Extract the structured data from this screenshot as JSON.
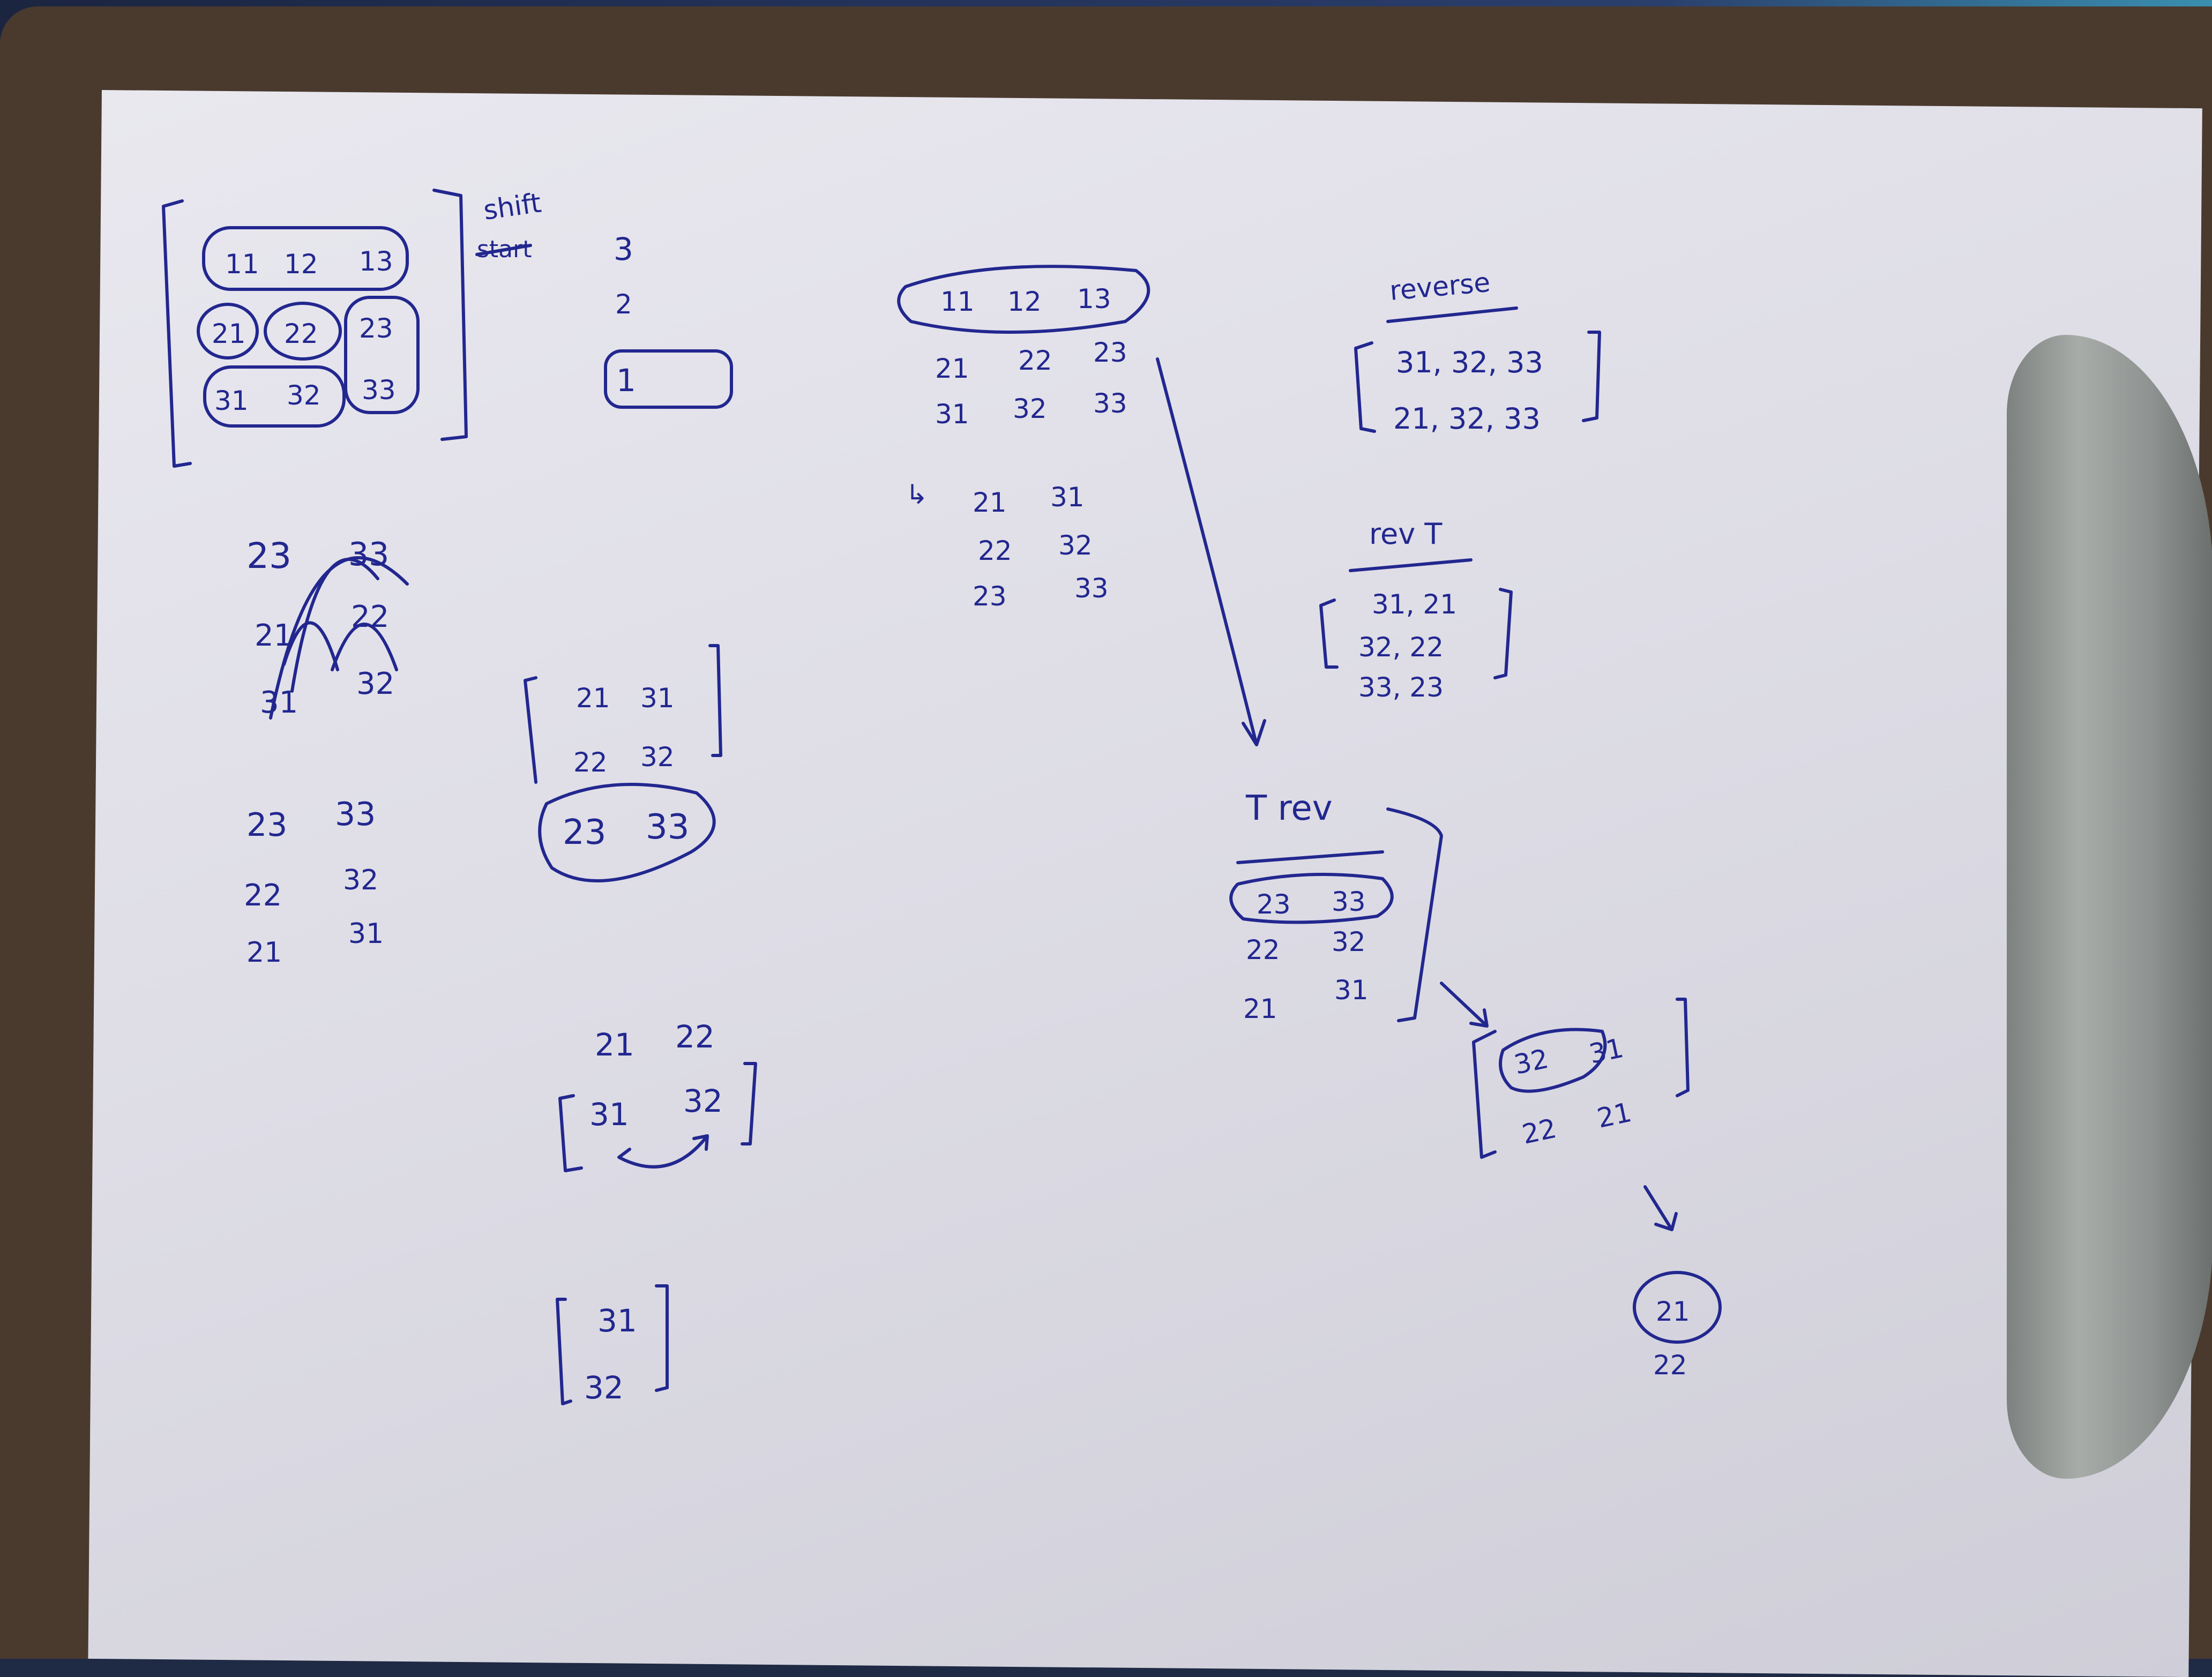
{
  "ink_color": "#22278f",
  "notes": {
    "shift_label": "shift",
    "crossed_word": "start",
    "num_3": "3",
    "num_2": "2",
    "box_1": "1",
    "grid_r1": [
      "11",
      "12",
      "13"
    ],
    "grid_r2": [
      "21",
      "22",
      "23"
    ],
    "grid_r3": [
      "31",
      "32",
      "33"
    ],
    "arcs_r1": [
      "23",
      "33"
    ],
    "arcs_r2": [
      "21",
      "22"
    ],
    "arcs_r3": [
      "31",
      "32"
    ],
    "col_a": [
      [
        "23",
        "33"
      ],
      [
        "22",
        "32"
      ],
      [
        "21",
        "31"
      ]
    ],
    "mat_b": [
      [
        "21",
        "31"
      ],
      [
        "22",
        "32"
      ]
    ],
    "mat_b_circled": [
      "23",
      "33"
    ],
    "mid_c_top": [
      "21",
      "22"
    ],
    "mid_c_bracket": [
      "31",
      "32"
    ],
    "col_d": [
      "31",
      "32"
    ],
    "tr_r1": [
      "11",
      "12",
      "13"
    ],
    "tr_r2": [
      "21",
      "22",
      "23"
    ],
    "tr_r3": [
      "31",
      "32",
      "33"
    ],
    "arrow_sym": "↳",
    "tp": [
      [
        "21",
        "31"
      ],
      [
        "22",
        "32"
      ],
      [
        "23",
        "33"
      ]
    ],
    "reverse_label": "reverse",
    "rev_r1": "31, 32, 33",
    "rev_r2": "21, 32, 33",
    "revt_label": "rev T",
    "revt": [
      "31, 21",
      "32, 22",
      "33, 23"
    ],
    "trev_label": "T rev",
    "trev_circled": [
      "23",
      "33"
    ],
    "trev": [
      [
        "22",
        "32"
      ],
      [
        "21",
        "31"
      ]
    ],
    "sm_circled": [
      "32",
      "31"
    ],
    "sm_row": [
      "22",
      "21"
    ],
    "final_circled": "21",
    "final_below": "22"
  }
}
